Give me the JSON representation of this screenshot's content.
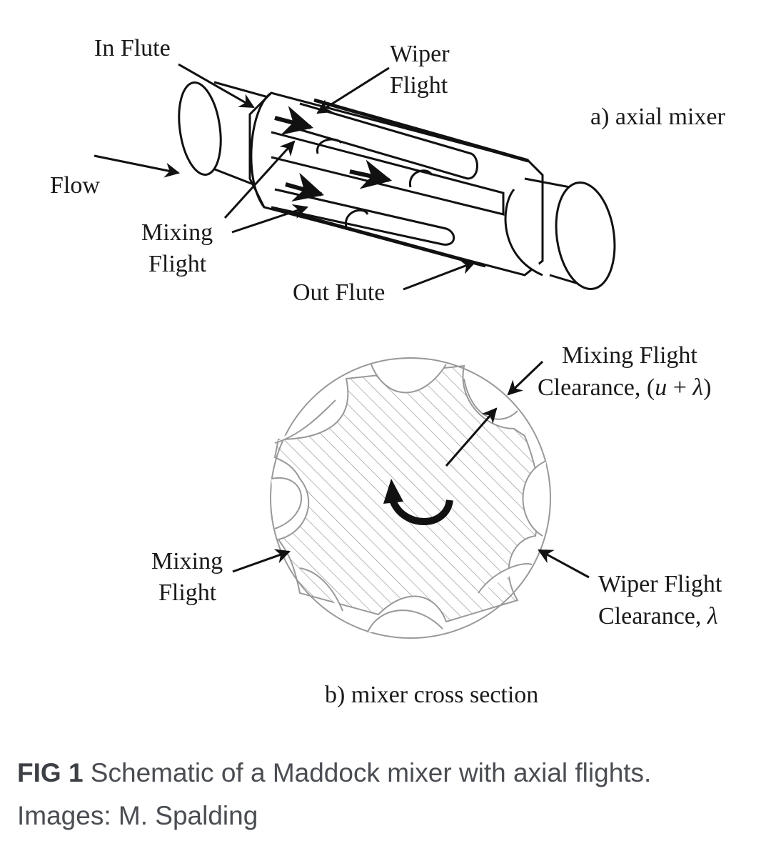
{
  "figure_a": {
    "title": "a) axial mixer",
    "labels": {
      "in_flute": "In Flute",
      "wiper_flight_1": "Wiper",
      "wiper_flight_2": "Flight",
      "flow": "Flow",
      "mixing_flight_1": "Mixing",
      "mixing_flight_2": "Flight",
      "out_flute": "Out Flute"
    }
  },
  "figure_b": {
    "title": "b) mixer cross section",
    "labels": {
      "mixing_clearance_1": "Mixing Flight",
      "mixing_clearance_2_prefix": "Clearance, (",
      "mixing_clearance_2_var": "u",
      "mixing_clearance_2_mid": " + ",
      "mixing_clearance_2_lambda": "λ",
      "mixing_clearance_2_suffix": ")",
      "mixing_flight_1": "Mixing",
      "mixing_flight_2": "Flight",
      "wiper_clearance_1": "Wiper Flight",
      "wiper_clearance_2_prefix": "Clearance, ",
      "wiper_clearance_2_lambda": "λ"
    }
  },
  "caption": {
    "label": "FIG 1",
    "text": " Schematic of a Maddock mixer with axial flights. Images: M. Spalding"
  }
}
